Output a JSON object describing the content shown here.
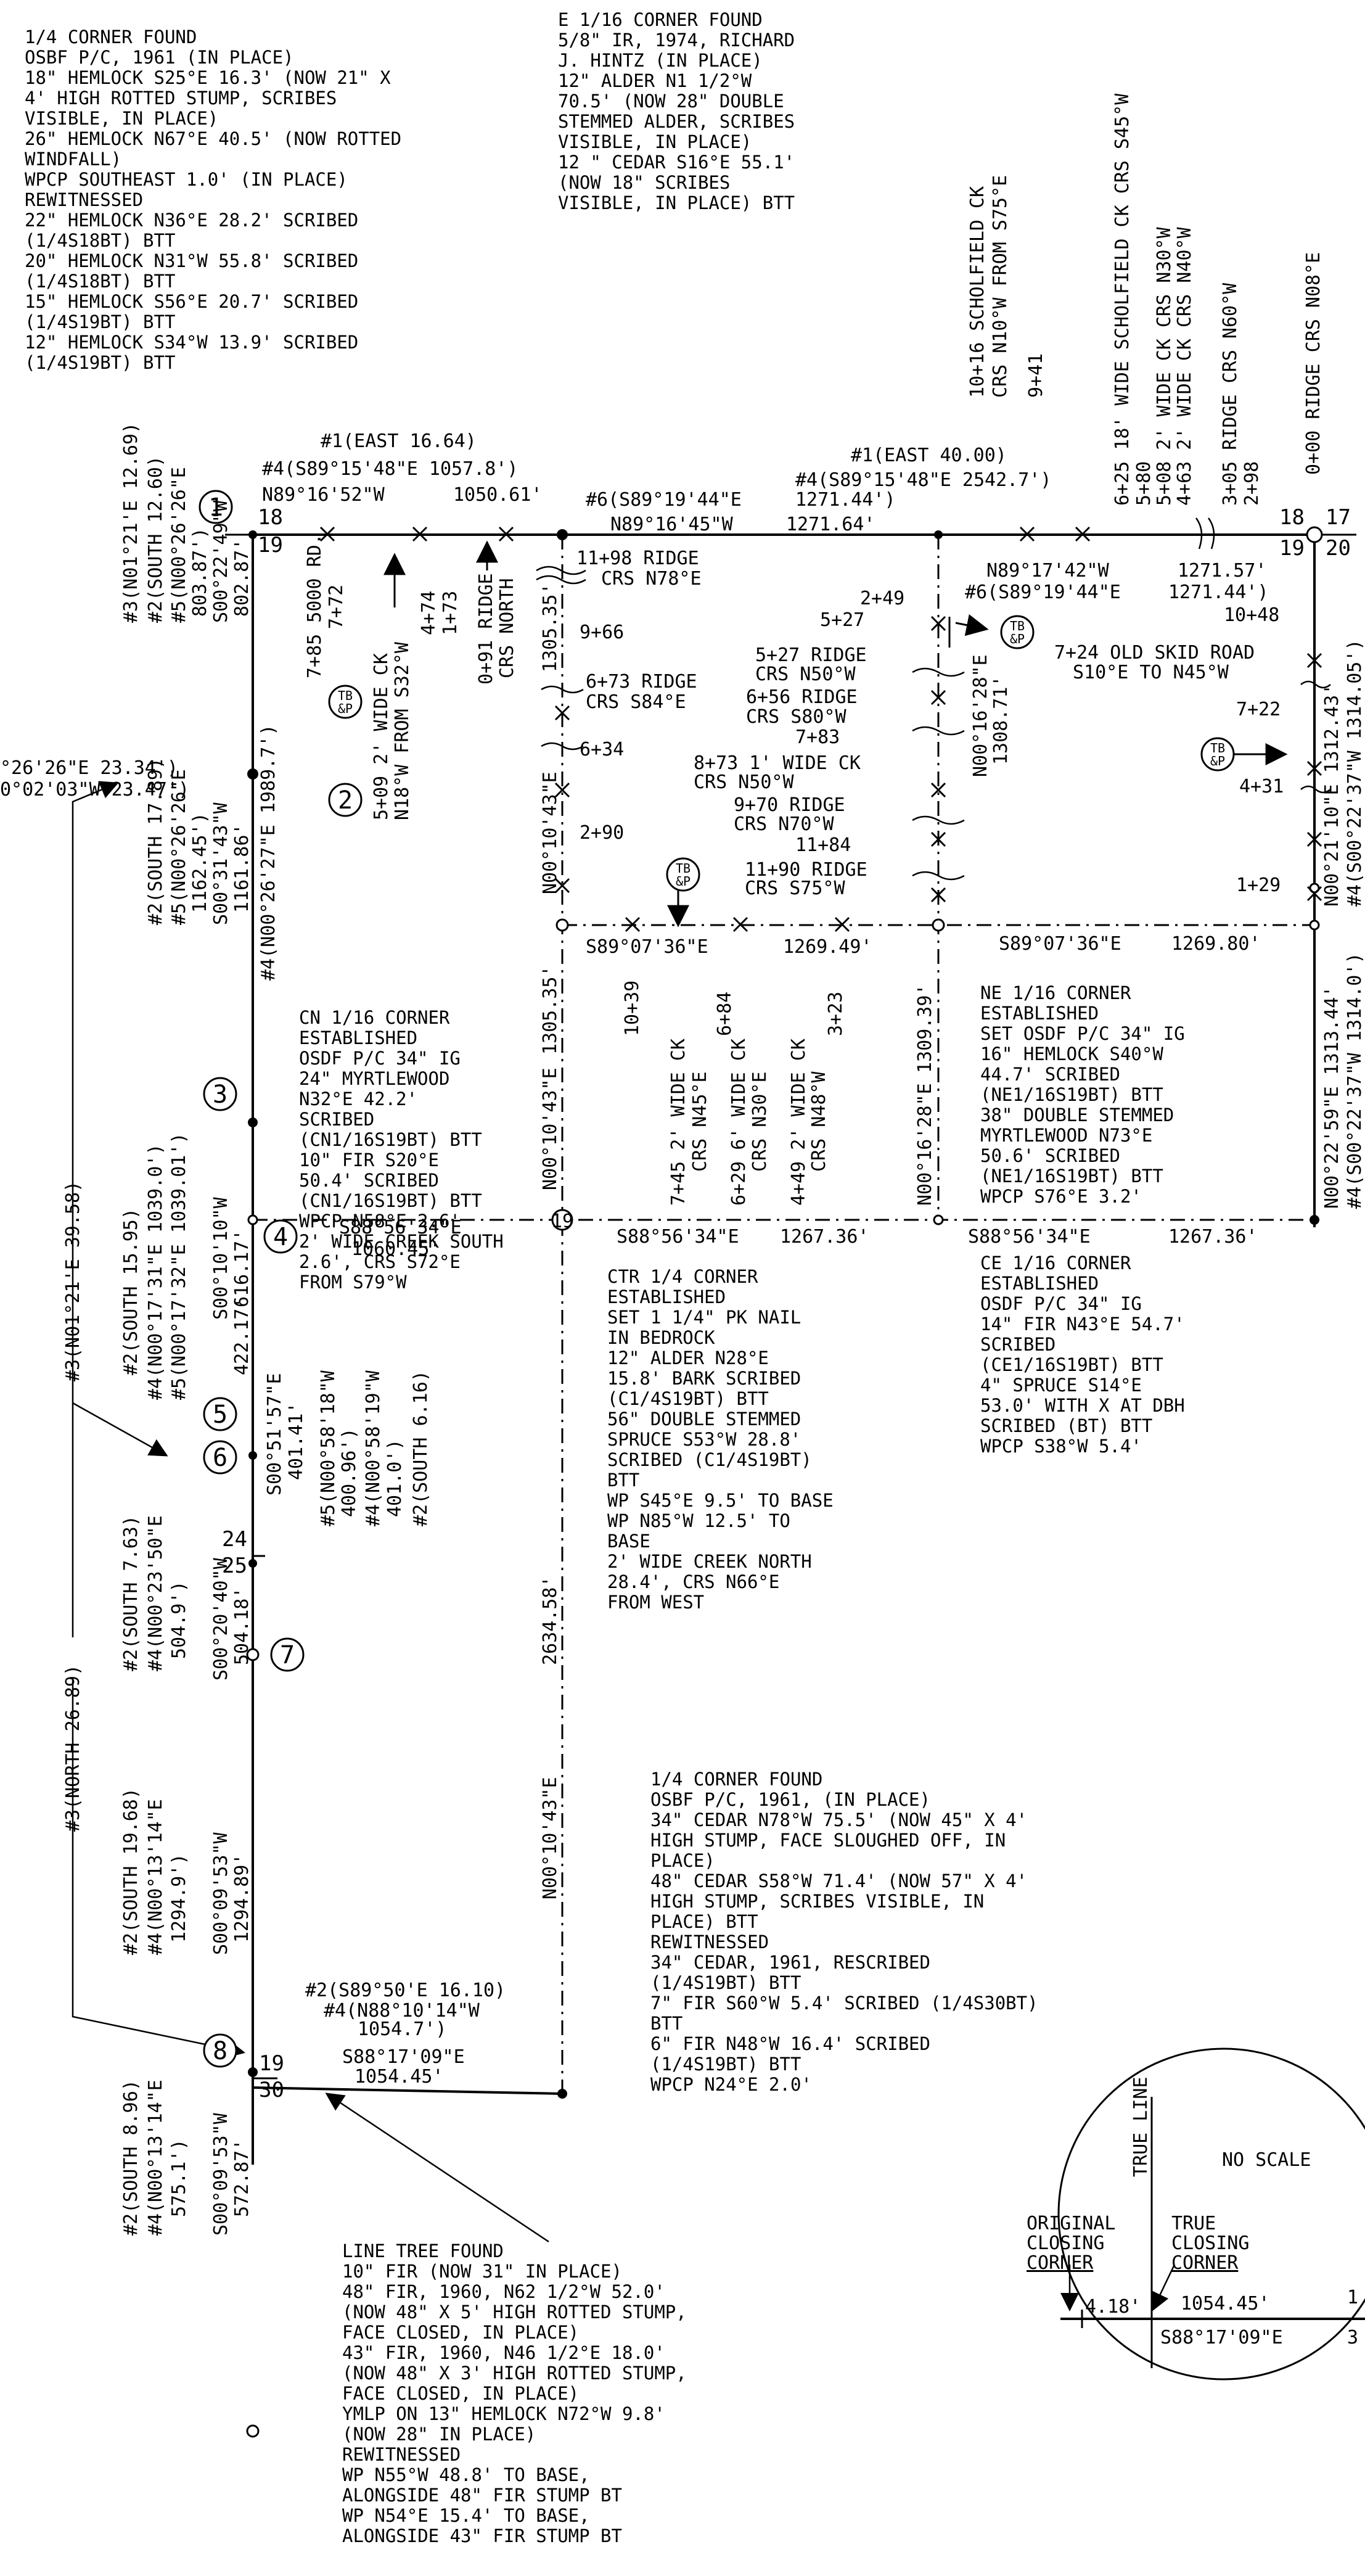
{
  "colors": {
    "ink": "#000000",
    "paper": "#ffffff"
  },
  "notes": {
    "nw_corner": [
      "1/4 CORNER FOUND",
      "OSBF P/C, 1961 (IN PLACE)",
      "18\" HEMLOCK S25°E 16.3' (NOW 21\" X",
      "4' HIGH ROTTED STUMP, SCRIBES",
      "VISIBLE, IN PLACE)",
      "26\" HEMLOCK N67°E 40.5' (NOW ROTTED",
      "WINDFALL)",
      "WPCP SOUTHEAST 1.0' (IN PLACE)",
      "REWITNESSED",
      "22\" HEMLOCK N36°E 28.2' SCRIBED",
      "(1/4S18BT) BTT",
      "20\" HEMLOCK N31°W 55.8' SCRIBED",
      "(1/4S18BT) BTT",
      "15\" HEMLOCK S56°E 20.7' SCRIBED",
      "(1/4S19BT) BTT",
      "12\" HEMLOCK S34°W 13.9' SCRIBED",
      "(1/4S19BT) BTT"
    ],
    "e116": [
      "E 1/16 CORNER FOUND",
      "5/8\" IR, 1974, RICHARD",
      "J. HINTZ (IN PLACE)",
      "12\" ALDER N1 1/2°W",
      "70.5' (NOW 28\" DOUBLE",
      "STEMMED ALDER, SCRIBES",
      "VISIBLE, IN PLACE)",
      "12 \" CEDAR S16°E 55.1'",
      "(NOW 18\" SCRIBES",
      "VISIBLE, IN PLACE) BTT"
    ],
    "cn116": [
      "CN 1/16 CORNER",
      "ESTABLISHED",
      "OSDF P/C 34\" IG",
      "24\" MYRTLEWOOD",
      "N32°E 42.2'",
      "SCRIBED",
      "(CN1/16S19BT) BTT",
      "10\" FIR S20°E",
      "50.4' SCRIBED",
      "(CN1/16S19BT) BTT",
      "WPCP N58°E 2.6'",
      "2' WIDE CREEK SOUTH",
      "2.6', CRS S72°E",
      "FROM S79°W"
    ],
    "ne116": [
      "NE 1/16 CORNER",
      "ESTABLISHED",
      "SET OSDF P/C 34\" IG",
      "16\" HEMLOCK S40°W",
      "44.7' SCRIBED",
      "(NE1/16S19BT) BTT",
      "38\" DOUBLE STEMMED",
      "MYRTLEWOOD N73°E",
      "50.6' SCRIBED",
      "(NE1/16S19BT) BTT",
      "WPCP S76°E 3.2'"
    ],
    "ctr": [
      "CTR 1/4 CORNER",
      "ESTABLISHED",
      "SET 1 1/4\" PK NAIL",
      "IN BEDROCK",
      "12\" ALDER N28°E",
      "15.8' BARK SCRIBED",
      "(C1/4S19BT) BTT",
      "56\" DOUBLE STEMMED",
      "SPRUCE S53°W 28.8'",
      "SCRIBED (C1/4S19BT)",
      "BTT",
      "WP S45°E 9.5' TO BASE",
      "WP N85°W 12.5' TO",
      "BASE",
      "2' WIDE CREEK NORTH",
      "28.4', CRS N66°E",
      "FROM WEST"
    ],
    "ce116": [
      "CE 1/16 CORNER",
      "ESTABLISHED",
      "OSDF P/C 34\" IG",
      "14\" FIR N43°E 54.7'",
      "SCRIBED",
      "(CE1/16S19BT) BTT",
      "4\" SPRUCE S14°E",
      "53.0' WITH X AT DBH",
      "SCRIBED (BT) BTT",
      "WPCP S38°W 5.4'"
    ],
    "sw_corner": [
      "1/4 CORNER FOUND",
      "OSBF P/C, 1961, (IN PLACE)",
      "34\" CEDAR N78°W 75.5' (NOW 45\" X 4'",
      "HIGH STUMP, FACE SLOUGHED OFF, IN",
      "PLACE)",
      "48\" CEDAR S58°W 71.4' (NOW 57\" X 4'",
      "HIGH STUMP, SCRIBES VISIBLE, IN",
      "PLACE) BTT",
      "REWITNESSED",
      "34\" CEDAR, 1961, RESCRIBED",
      "(1/4S19BT) BTT",
      "7\" FIR S60°W 5.4' SCRIBED (1/4S30BT)",
      "BTT",
      "6\" FIR N48°W 16.4' SCRIBED",
      "(1/4S19BT) BTT",
      "WPCP N24°E 2.0'"
    ],
    "linetree": [
      "LINE TREE FOUND",
      "10\" FIR (NOW 31\" IN PLACE)",
      "48\" FIR, 1960, N62 1/2°W 52.0'",
      "(NOW 48\" X 5' HIGH ROTTED STUMP,",
      "FACE CLOSED, IN PLACE)",
      "43\" FIR, 1960, N46 1/2°E 18.0'",
      "(NOW 48\" X 3' HIGH ROTTED STUMP,",
      "FACE CLOSED, IN PLACE)",
      "YMLP ON 13\" HEMLOCK N72°W 9.8'",
      "(NOW 28\" IN PLACE)",
      "REWITNESSED",
      "WP N55°W 48.8' TO BASE,",
      "ALONGSIDE 48\" FIR STUMP BT",
      "WP N54°E 15.4' TO BASE,",
      "ALONGSIDE 43\" FIR STUMP BT"
    ]
  },
  "vertical_labels": {
    "top_creeks": [
      "10+16 SCHOLFIELD CK",
      "CRS N10°W FROM S75°E",
      "9+41",
      "6+25 18' WIDE SCHOLFIELD CK CRS S45°W",
      "5+80",
      "5+08 2' WIDE CK CRS N30°W",
      "4+63 2' WIDE CK CRS N40°W",
      "3+05 RIDGE CRS N60°W",
      "2+98",
      "0+00 RIDGE CRS N08°E"
    ],
    "top_left_calls": [
      "#3(N01°21'E 12.69)",
      "#2(SOUTH 12.60)",
      "#5(N00°26'26\"E",
      "803.87')",
      "S00°22'49\"W",
      "802.87'"
    ],
    "sec_left_calls": [
      "#2(SOUTH 17.89)",
      "#5(N00°26'26\"E",
      "1162.45')",
      "S00°31'43\"W",
      "1161.86'",
      "#4(N00°26'27\"E 1989.7')"
    ],
    "long_calls": [
      "#3(N01°21'E 39.58)",
      "#3(NORTH 26.89)"
    ],
    "mid_left_calls": [
      "#2(SOUTH 15.95)",
      "#4(N00°17'31\"E 1039.0')",
      "#5(N00°17'32\"E 1039.01')",
      "S00°10'10\"W",
      "616.17'",
      "422.17'"
    ],
    "mid_short_calls": [
      "S00°51'57\"E",
      "401.41'",
      "#5(N00°58'18\"W",
      "400.96')",
      "#4(N00°58'19\"W",
      "401.0')",
      "#2(SOUTH 6.16)"
    ],
    "low_calls": [
      "#2(SOUTH 7.63)",
      "#4(N00°23'50\"E",
      "504.9')",
      "S00°20'40\"W",
      "504.18'"
    ],
    "lower_calls": [
      "#2(SOUTH 19.68)",
      "#4(N00°13'14\"E",
      "1294.9')",
      "S00°09'53\"W",
      "1294.89'"
    ],
    "bottom_calls": [
      "#2(SOUTH 8.96)",
      "#4(N00°13'14\"E",
      "575.1')",
      "S00°09'53\"W",
      "572.87'"
    ],
    "road_creeks": [
      "7+85 5000 RD.",
      "7+72",
      "5+09 2' WIDE CK",
      "N18°W FROM S32°W",
      "4+74",
      "1+73",
      "0+91 RIDGE",
      "CRS NORTH"
    ],
    "center_line": [
      "1305.35'",
      "N00°10'43\"E",
      "1305.35'",
      "N00°10'43\"E",
      "2634.58'",
      "N00°10'43\"E"
    ],
    "ne_line": [
      "N00°16'28\"E",
      "1308.71'",
      "1309.39'",
      "N00°16'28\"E"
    ],
    "east_line": [
      "N00°21'10\"E 1312.43'",
      "#4(S00°22'37\"W 1314.05')",
      "N00°22'59\"E 1313.44'",
      "#4(S00°22'37\"W 1314.0')"
    ],
    "mid_creeks": [
      "10+39",
      "6+84",
      "3+23",
      "7+45 2' WIDE CK",
      "CRS N45°E",
      "6+29 6' WIDE CK",
      "CRS N30°E",
      "4+49 2' WIDE CK",
      "CRS N48°W"
    ]
  },
  "labels": {
    "north_line": {
      "east_a": "#1(EAST 16.64)",
      "call_a": "#4(S89°15'48\"E 1057.8')",
      "brg_a": "N89°16'52\"W",
      "dist_a": "1050.61'",
      "call_b": "#6(S89°19'44\"E",
      "dist_b": "1271.44')",
      "brg_b": "N89°16'45\"W",
      "dist_b2": "1271.64'",
      "east_b": "#1(EAST 40.00)",
      "call_c": "#4(S89°15'48\"E 2542.7')",
      "brg_c": "N89°17'42\"W",
      "dist_c": "1271.57'",
      "call_d": "#6(S89°19'44\"E",
      "dist_d": "1271.44')"
    },
    "west_offsets": [
      "°26'26\"E 23.34')",
      "0°02'03\"W 23.47')"
    ],
    "sec_numbers": [
      "18",
      "19",
      "18",
      "17",
      "19",
      "20",
      "24",
      "25",
      "19",
      "30"
    ],
    "ridge_stations": [
      "11+98 RIDGE",
      "CRS N78°E",
      "9+66",
      "6+73 RIDGE",
      "CRS S84°E",
      "6+34",
      "2+90",
      "2+49",
      "5+27",
      "5+27 RIDGE",
      "CRS N50°W",
      "6+56 RIDGE",
      "CRS S80°W",
      "7+83",
      "8+73 1' WIDE CK",
      "CRS N50°W",
      "9+70 RIDGE",
      "CRS N70°W",
      "11+84",
      "11+90 RIDGE",
      "CRS S75°W",
      "10+48",
      "7+24 OLD SKID ROAD",
      "S10°E TO N45°W",
      "7+22",
      "4+31",
      "1+29"
    ],
    "sixteenth_line": {
      "brg_w": "S89°07'36\"E",
      "dist_w": "1269.49'",
      "brg_e": "S89°07'36\"E",
      "dist_e": "1269.80'"
    },
    "quarter_line": {
      "brg_w": "S88°56'34\"E",
      "dist_w": "1060.45'",
      "brg_m": "S88°56'34\"E",
      "dist_m": "1267.36'",
      "brg_e": "S88°56'34\"E",
      "dist_e": "1267.36'"
    },
    "south_line": {
      "call": "#2(S89°50'E 16.10)",
      "call4": "#4(N88°10'14\"W",
      "dist4": "1054.7')",
      "brg": "S88°17'09\"E",
      "dist": "1054.45'"
    },
    "tbap": [
      "TB",
      "&P"
    ],
    "circled": [
      "1",
      "2",
      "3",
      "4",
      "5",
      "6",
      "7",
      "8"
    ],
    "center_mark": "19"
  },
  "inset": {
    "true_line": "TRUE LINE",
    "no_scale": "NO SCALE",
    "original": [
      "ORIGINAL",
      "CLOSING",
      "CORNER"
    ],
    "true_cc": [
      "TRUE",
      "CLOSING",
      "CORNER"
    ],
    "dist_orig": "4.18'",
    "dist": "1054.45'",
    "brg": "S88°17'09\"E",
    "sec_a": "1",
    "sec_b": "3"
  }
}
